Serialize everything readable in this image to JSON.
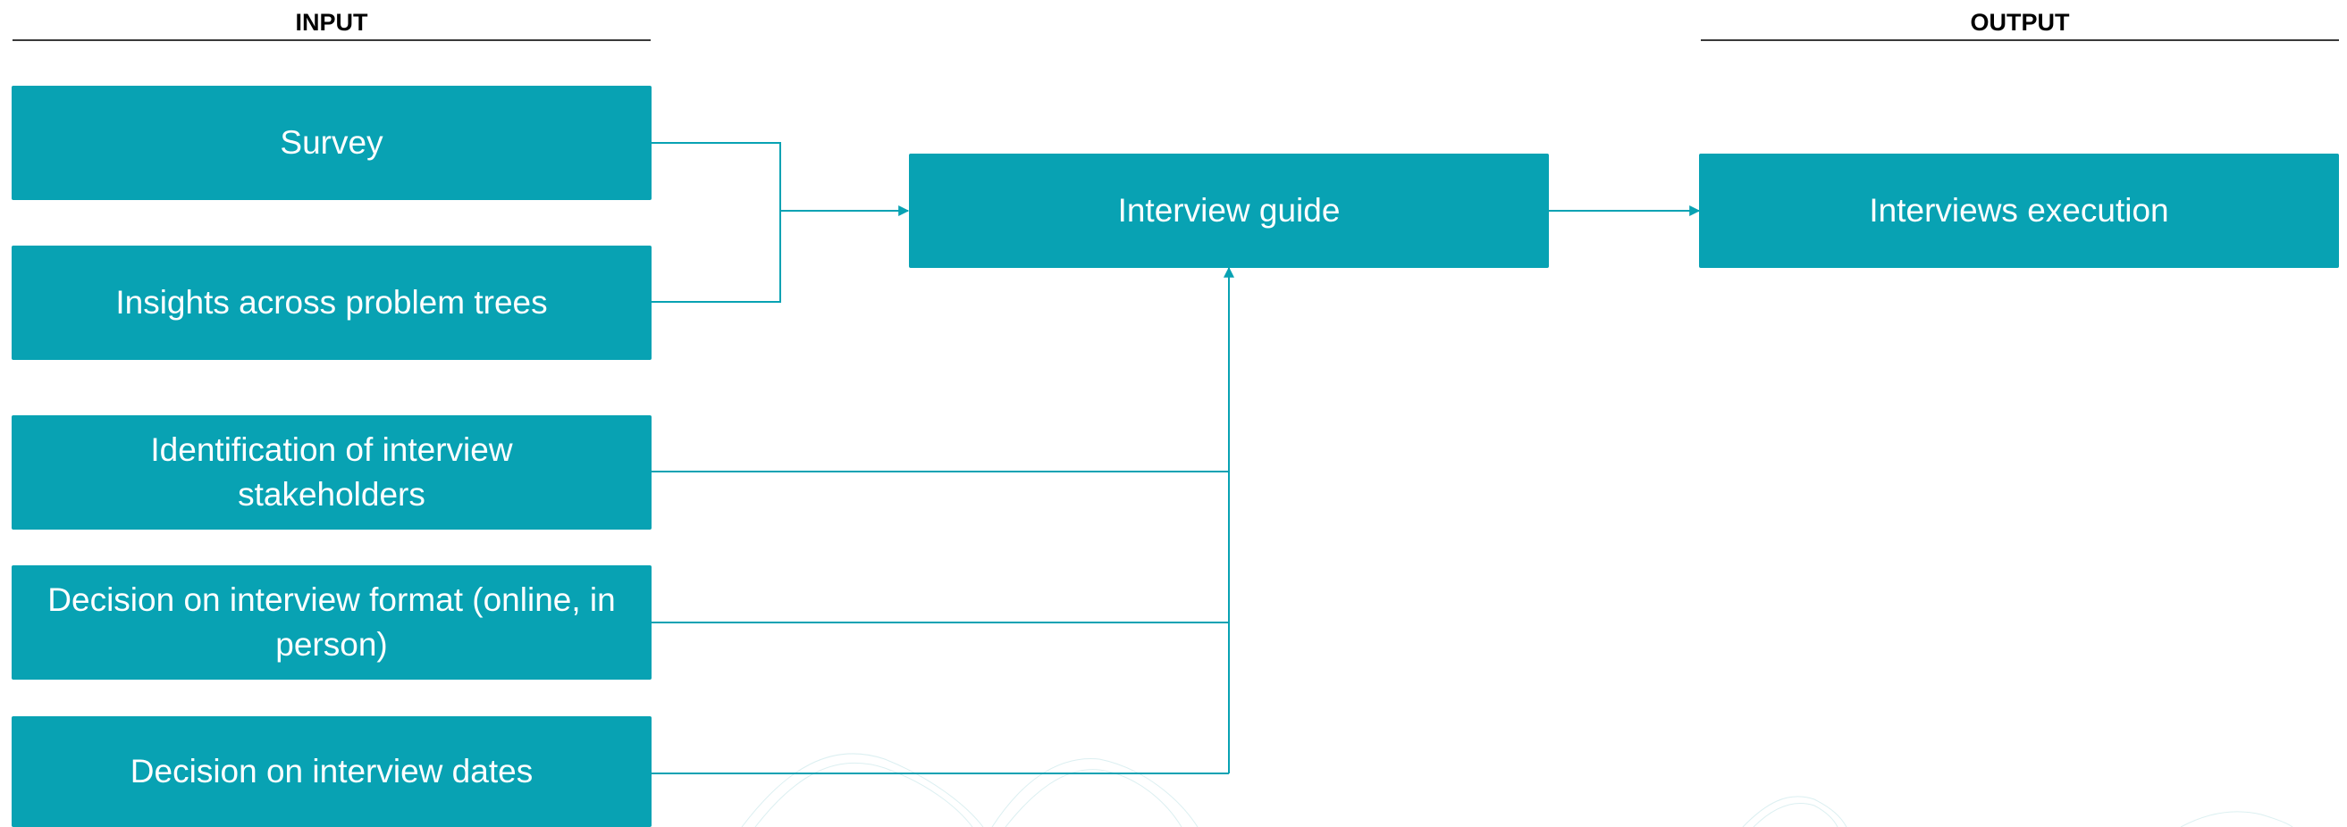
{
  "colors": {
    "box_fill": "#08a2b3",
    "box_text": "#ffffff",
    "connector": "#08a2b3",
    "header_text": "#000000",
    "header_rule": "#3a3a3a"
  },
  "headers": {
    "input": "INPUT",
    "output": "OUTPUT"
  },
  "inputs": {
    "survey": "Survey",
    "insights": "Insights across problem trees",
    "stakeholders": "Identification of interview stakeholders",
    "format": "Decision on interview format (online, in person)",
    "dates": "Decision on interview dates"
  },
  "process": {
    "interview_guide": "Interview guide"
  },
  "outputs": {
    "interviews_execution": "Interviews execution"
  }
}
